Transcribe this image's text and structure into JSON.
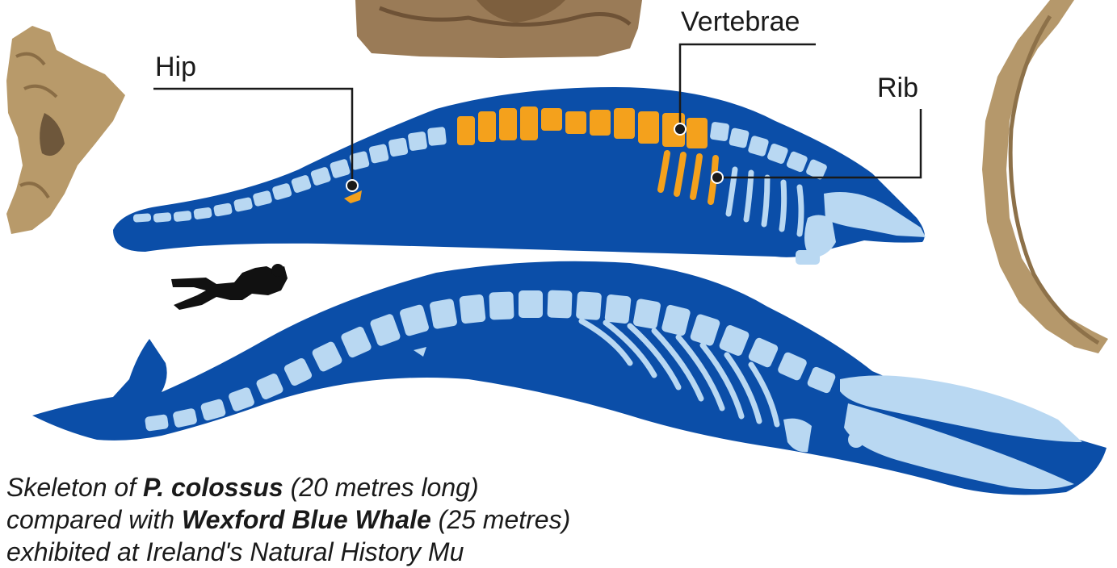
{
  "labels": {
    "hip": "Hip",
    "vertebrae": "Vertebrae",
    "rib": "Rib"
  },
  "caption": {
    "line1_a": "Skeleton of ",
    "line1_b": "P. colossus",
    "line1_c": " (20 metres long)",
    "line2_a": "compared with ",
    "line2_b": "Wexford Blue Whale",
    "line2_c": " (25 metres)",
    "line3_a": "exhibited at Ireland's Natural History Mu"
  },
  "colors": {
    "body": "#0b4ea8",
    "bone": "#b9d8f2",
    "fossil": "#f4a11c",
    "fossil_photo": "#b89a6a",
    "text": "#1a1a1a",
    "diver": "#111111"
  },
  "icons": [
    "hip-bone-fossil-photo",
    "vertebra-fossil-photo",
    "rib-fossil-photo",
    "scuba-diver-icon"
  ]
}
